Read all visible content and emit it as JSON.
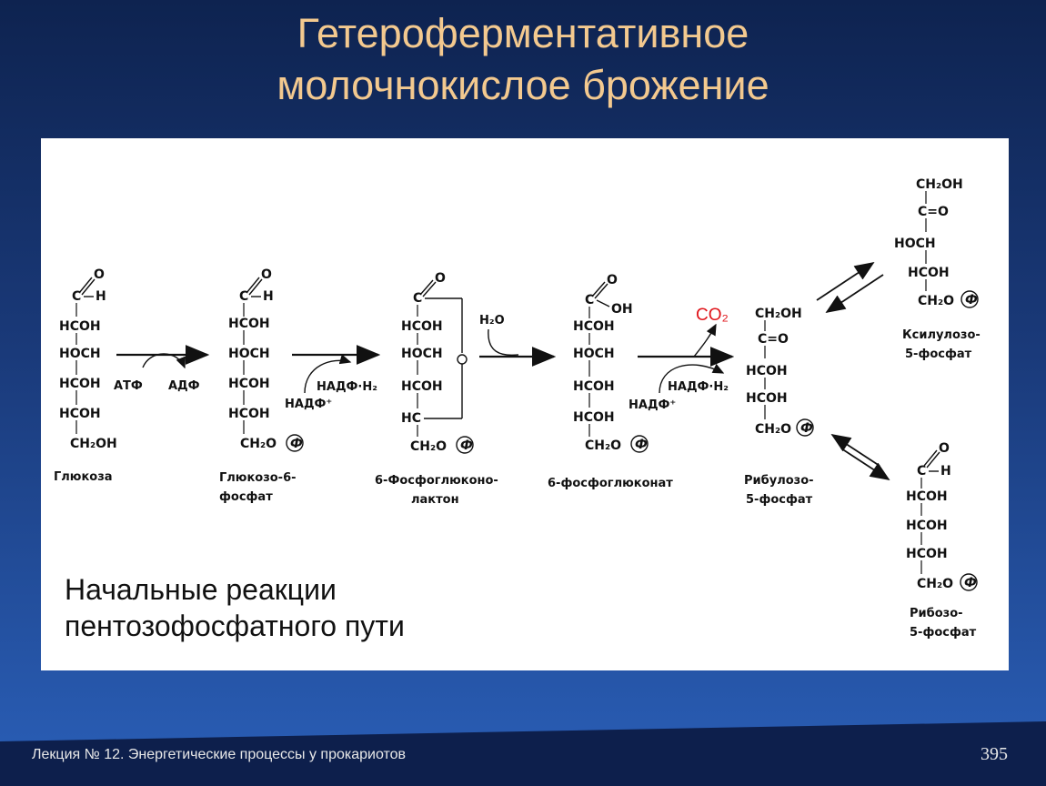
{
  "slide": {
    "title_line1": "Гетероферментативное",
    "title_line2": "молочнокислое брожение",
    "caption_line1": "Начальные реакции",
    "caption_line2": "пентозофосфатного пути",
    "footer": "Лекция № 12. Энергетические процессы у прокариотов",
    "page_number": "395"
  },
  "diagram": {
    "compounds": {
      "glucose": "Глюкоза",
      "g6p_line1": "Глюкозо-6-",
      "g6p_line2": "фосфат",
      "lactone_line1": "6-Фосфоглюконо-",
      "lactone_line2": "лактон",
      "gluconate": "6-фосфоглюконат",
      "ribulose_line1": "Рибулозо-",
      "ribulose_line2": "5-фосфат",
      "xylulose_line1": "Ксилулозо-",
      "xylulose_line2": "5-фосфат",
      "ribose_line1": "Рибозо-",
      "ribose_line2": "5-фосфат"
    },
    "reagents": {
      "atp": "АТФ",
      "adp": "АДФ",
      "nadph_1": "НАДФ·Н₂",
      "nadp_1": "НАДФ⁺",
      "water": "H₂O",
      "co2": "CO₂",
      "nadph_2": "НАДФ·Н₂",
      "nadp_2": "НАДФ⁺"
    },
    "groups": {
      "o": "O",
      "c": "C",
      "h": "H",
      "hcoh": "HCOH",
      "hoch": "HOCH",
      "hc": "HC",
      "ch2oh": "CH₂OH",
      "ch2o": "CH₂O",
      "c_eq_o": "C=O",
      "oh": "OH",
      "phosphate": "Ф"
    },
    "colors": {
      "co2": "#e0141a",
      "title": "#f3c98f"
    }
  }
}
